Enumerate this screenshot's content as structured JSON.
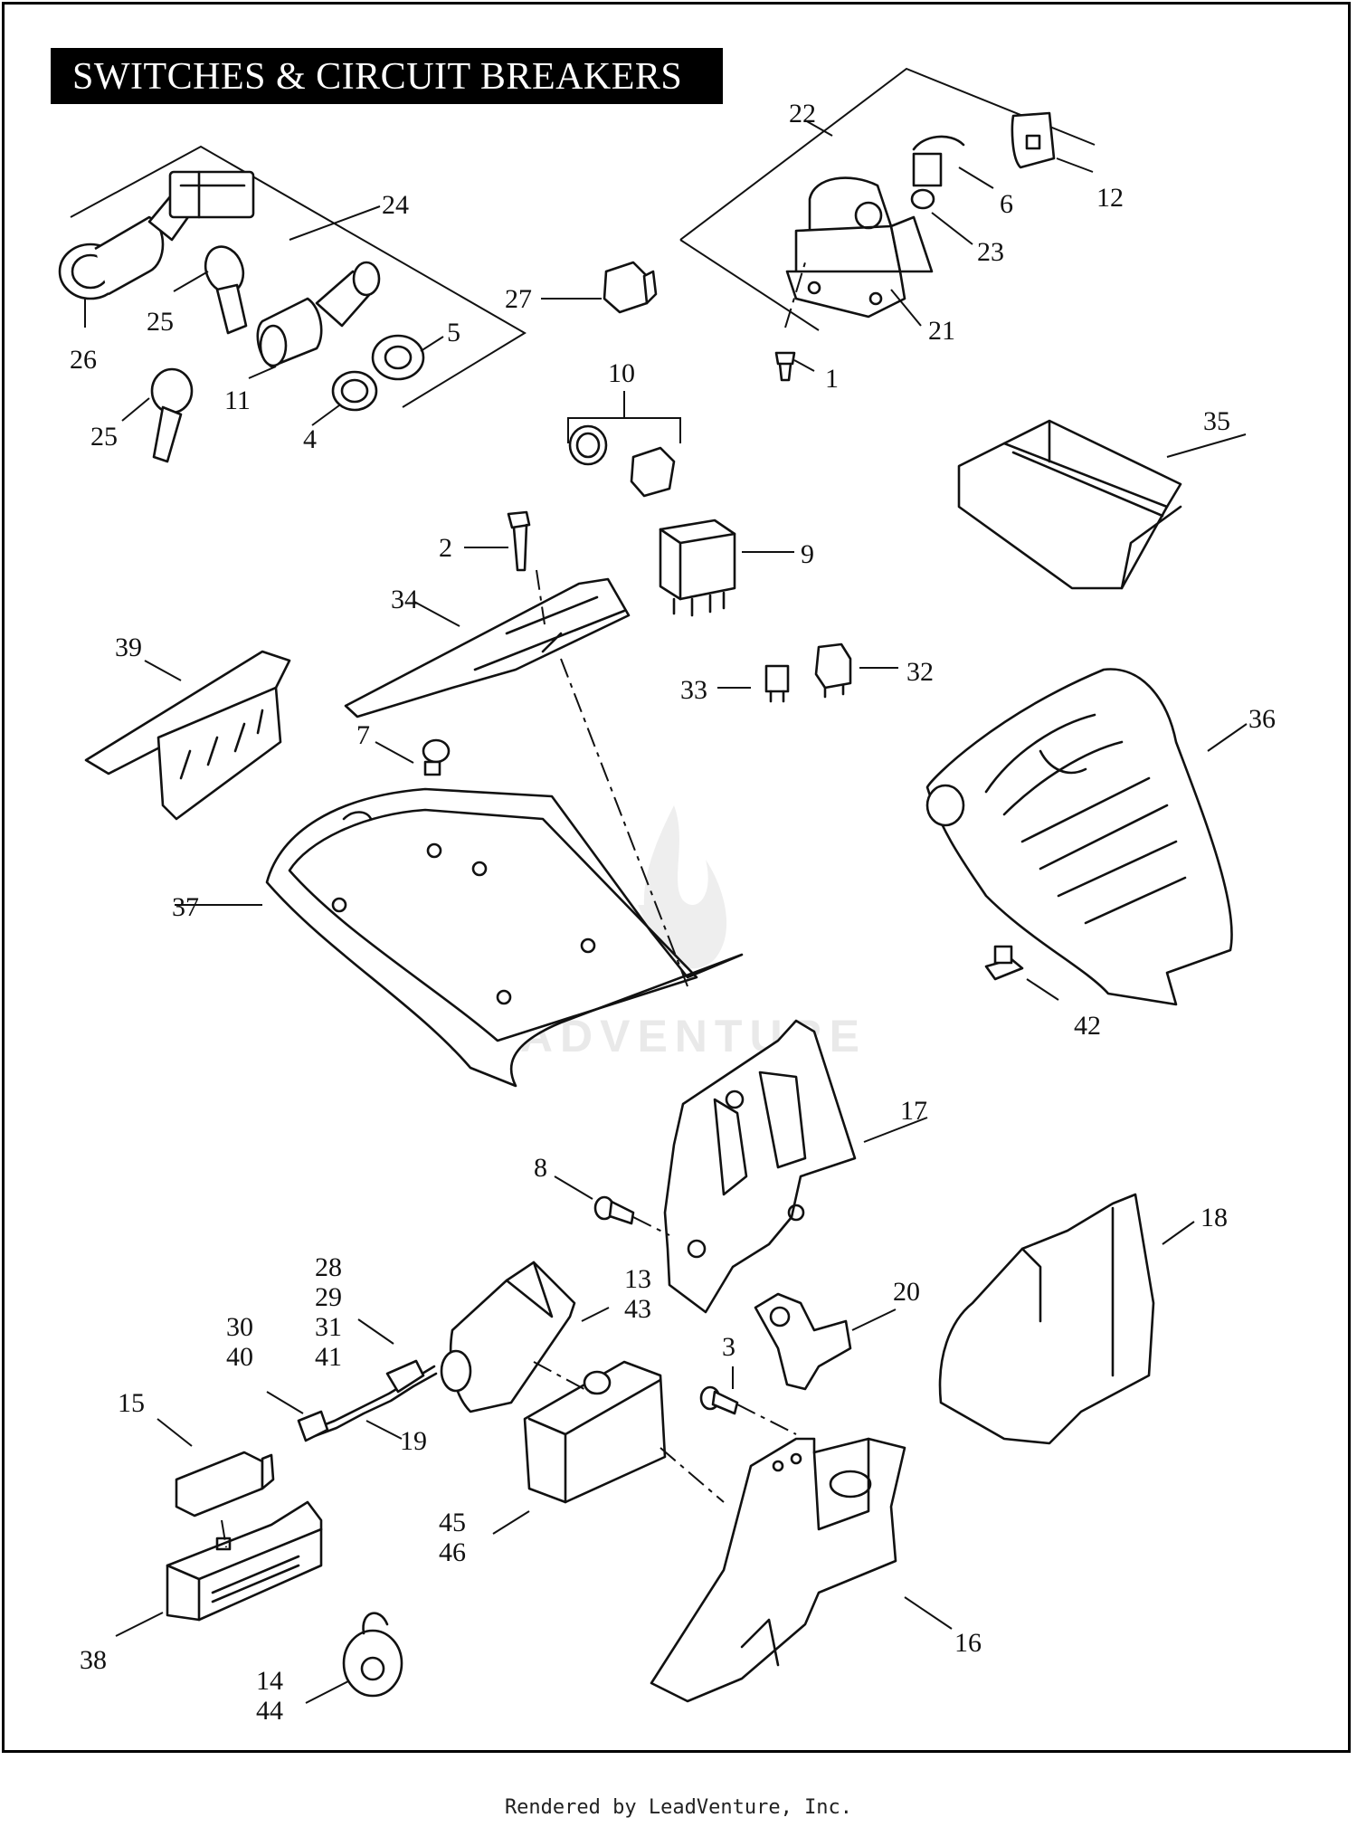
{
  "title": "SWITCHES & CIRCUIT BREAKERS",
  "watermark": "LEADVENTURE",
  "footer": "Rendered by LeadVenture, Inc.",
  "callouts": {
    "c1": "1",
    "c2": "2",
    "c3": "3",
    "c4": "4",
    "c5": "5",
    "c6": "6",
    "c7": "7",
    "c8": "8",
    "c9": "9",
    "c10": "10",
    "c11": "11",
    "c12": "12",
    "c13": "13",
    "c43": "43",
    "c14": "14",
    "c44": "44",
    "c15": "15",
    "c16": "16",
    "c17": "17",
    "c18": "18",
    "c19": "19",
    "c20": "20",
    "c21": "21",
    "c22": "22",
    "c23": "23",
    "c24": "24",
    "c25a": "25",
    "c25b": "25",
    "c26": "26",
    "c27": "27",
    "c28": "28",
    "c29": "29",
    "c31": "31",
    "c41": "41",
    "c30": "30",
    "c40": "40",
    "c32": "32",
    "c33": "33",
    "c34": "34",
    "c35": "35",
    "c36": "36",
    "c37": "37",
    "c38": "38",
    "c39": "39",
    "c42": "42",
    "c45": "45",
    "c46": "46"
  }
}
